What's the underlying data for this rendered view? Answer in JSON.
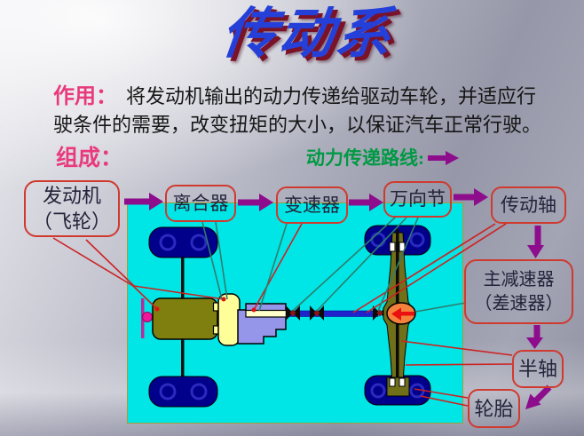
{
  "slide": {
    "title": "传动系",
    "function": {
      "label": "作用：",
      "text": "将发动机输出的动力传递给驱动车轮，并适应行驶条件的需要，改变扭矩的大小，以保证汽车正常行驶。"
    },
    "composition": {
      "label": "组成："
    },
    "route": {
      "label": "动力传递路线:"
    }
  },
  "flow": {
    "engine": {
      "line1": "发动机",
      "line2": "（飞轮）"
    },
    "clutch": {
      "label": "离合器"
    },
    "gearbox": {
      "label": "变速器"
    },
    "ujoint": {
      "label": "万向节"
    },
    "driveshaft": {
      "label": "传动轴"
    },
    "reducer": {
      "line1": "主减速器",
      "line2": "（差速器）"
    },
    "halfshaft": {
      "label": "半轴"
    },
    "tire": {
      "label": "轮胎"
    }
  },
  "icons": {
    "route_arrow": "right-arrow",
    "flow_arrows": "right-arrow",
    "down_arrows": "down-arrow",
    "halfshaft_to_tire_arrow": "down-left-arrow"
  },
  "colors": {
    "accent-pink": "#e83a7c",
    "accent-green": "#009944",
    "arrow-purple": "#8d0d8d",
    "box-border-red": "#d03a2e",
    "callout-teal": "#2e7d6e",
    "callout-red": "#cc2222",
    "title-blue": "#2440d8",
    "title-shadow": "#7a1228",
    "diagram-bg": "#00e6e6",
    "engine-olive": "#7f7f10",
    "clutch-yellow": "#ffff99",
    "gearbox-purple": "#9595ea",
    "shaft-blue": "#2222cc",
    "wheel-navy": "#00008b",
    "diff-orange": "#f5823c"
  }
}
